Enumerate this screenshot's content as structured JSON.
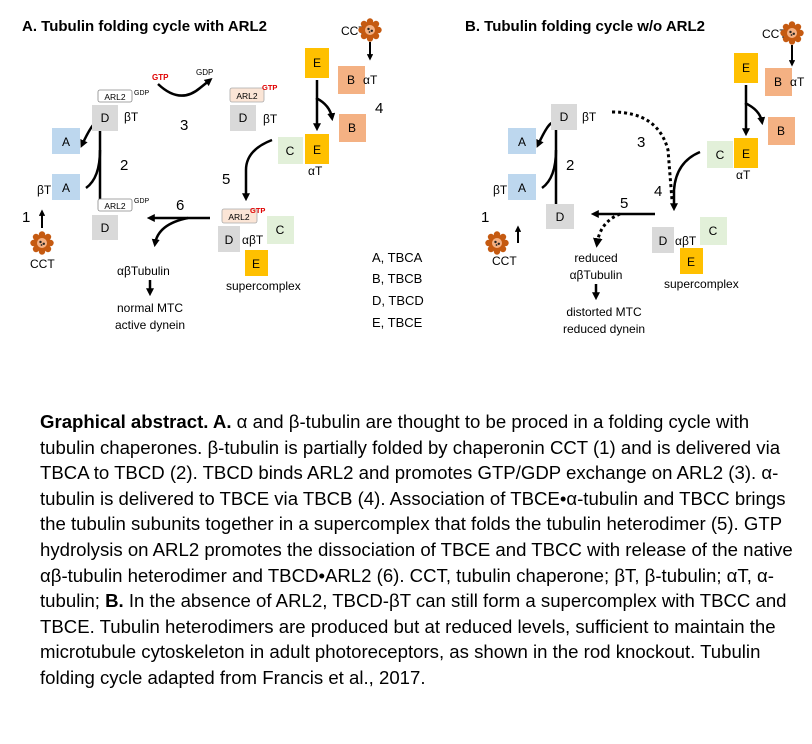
{
  "panel_a": {
    "title": "A. Tubulin folding cycle with ARL2",
    "boxes": {
      "a1": "A",
      "a2": "A",
      "d1": "D",
      "d2": "D",
      "d3": "D",
      "d4": "D",
      "e1": "E",
      "e2": "E",
      "e3": "E",
      "b1": "B",
      "b2": "B",
      "c1": "C",
      "c2": "C"
    },
    "arl2": "ARL2",
    "gdp": "GDP",
    "gtp": "GTP",
    "beta_t": "βT",
    "alpha_t": "αT",
    "alpha_beta_t": "αβT",
    "cct": "CCT",
    "steps": [
      "1",
      "2",
      "3",
      "4",
      "5",
      "6"
    ],
    "product": "αβTubulin",
    "outcome_line1": "normal MTC",
    "outcome_line2": "active dynein",
    "supercomplex": "supercomplex",
    "legend": [
      "A, TBCA",
      "B, TBCB",
      "D, TBCD",
      "E, TBCE"
    ]
  },
  "panel_b": {
    "title": "B. Tubulin folding cycle w/o ARL2",
    "boxes": {
      "a1": "A",
      "a2": "A",
      "d1": "D",
      "d2": "D",
      "d3": "D",
      "e1": "E",
      "e2": "E",
      "e3": "E",
      "b1": "B",
      "b2": "B",
      "c1": "C",
      "c2": "C"
    },
    "beta_t": "βT",
    "alpha_t": "αT",
    "alpha_beta_t": "αβT",
    "cct": "CCT",
    "steps": [
      "1",
      "2",
      "3",
      "4",
      "5"
    ],
    "product_line1": "reduced",
    "product_line2": "αβTubulin",
    "outcome_line1": "distorted MTC",
    "outcome_line2": "reduced dynein",
    "supercomplex": "supercomplex"
  },
  "colors": {
    "tbca": "#bdd7ee",
    "tbcb": "#f4b183",
    "tbcc": "#e2f0d9",
    "tbcd": "#d9d9d9",
    "tbce": "#ffc000",
    "arl2_gtp": "#fbe5d6",
    "gtp_text": "#e00000",
    "cct": "#c55a11"
  },
  "caption": {
    "lead": "Graphical abstract. A.",
    "part1": " α and β-tubulin are thought to be proced in a folding cycle with tubulin chaperones. β-tubulin is partially folded by chaperonin CCT (1) and is delivered via TBCA to TBCD (2). TBCD binds ARL2 and promotes GTP/GDP exchange on ARL2 (3). α-tubulin is delivered to TBCE via TBCB (4). Association of TBCE•α-tubulin and TBCC brings the tubulin subunits together in a supercomplex that folds the tubulin heterodimer (5). GTP hydrolysis on ARL2 promotes the dissociation of TBCE and TBCC with release of the native αβ-tubulin heterodimer and TBCD•ARL2 (6). CCT, tubulin chaperone; βT, β-tubulin; αT, α-tubulin; ",
    "lead_b": "B.",
    "part2": " In the absence of ARL2, TBCD-βT can still form a supercomplex with TBCC and TBCE. Tubulin heterodimers are produced but at reduced levels, sufficient to maintain the microtubule cytoskeleton in adult photoreceptors, as shown in the rod knockout. Tubulin folding cycle adapted from Francis et al., 2017."
  }
}
